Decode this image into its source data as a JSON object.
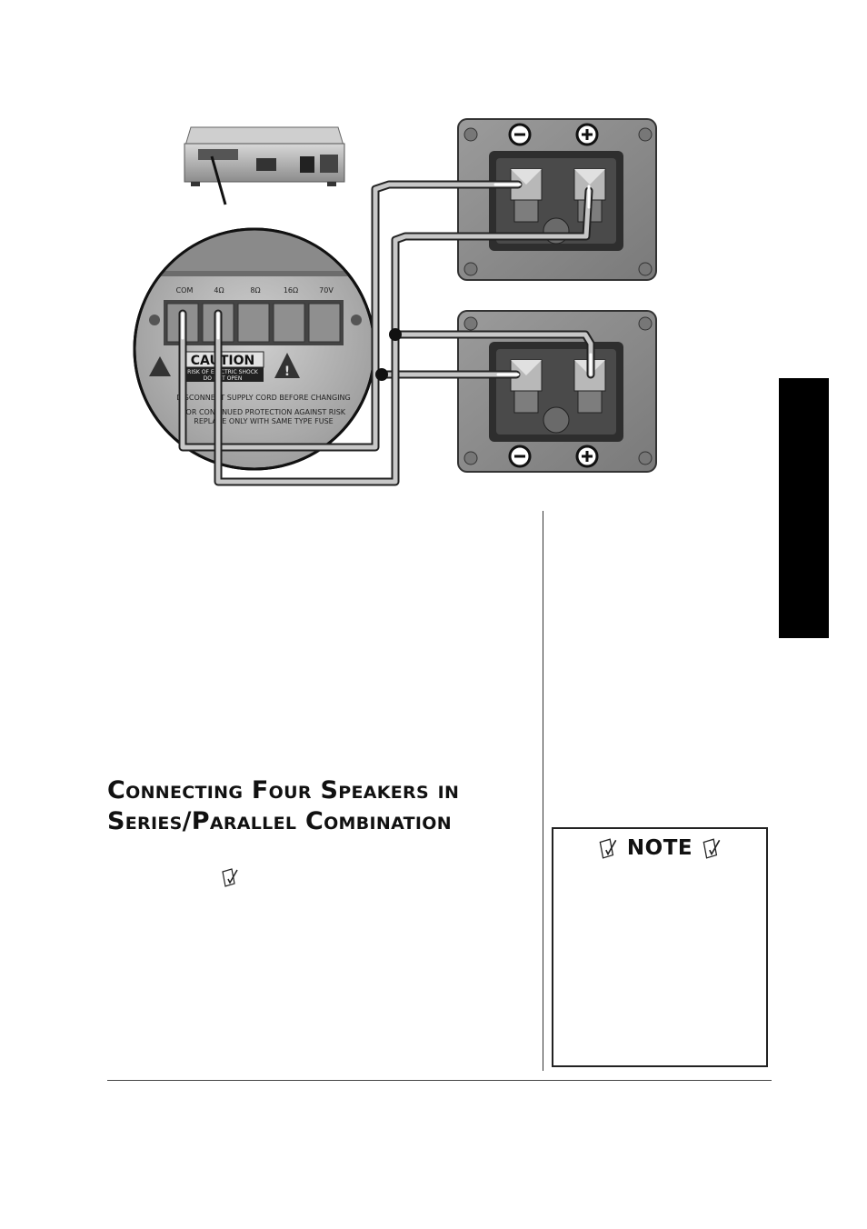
{
  "amplifier_panel": {
    "terminal_labels": [
      "COM",
      "4Ω",
      "8Ω",
      "16Ω",
      "70V"
    ],
    "caution_title": "CAUTION",
    "caution_line1": "RISK OF ELECTRIC SHOCK",
    "caution_line2": "DO NOT OPEN",
    "warning_line1": "DISCONNECT SUPPLY CORD BEFORE CHANGING",
    "warning_line2": "FOR CONTINUED PROTECTION AGAINST RISK",
    "warning_line3": "REPLACE ONLY WITH SAME TYPE FUSE"
  },
  "heading": {
    "line1": "Connecting Four Speakers in",
    "line2": "Series/Parallel Combination"
  },
  "note": {
    "title": "NOTE"
  },
  "colors": {
    "tab": "#000000",
    "speaker_plate": "#8a8a8a",
    "wire": "#bdbdbd"
  }
}
